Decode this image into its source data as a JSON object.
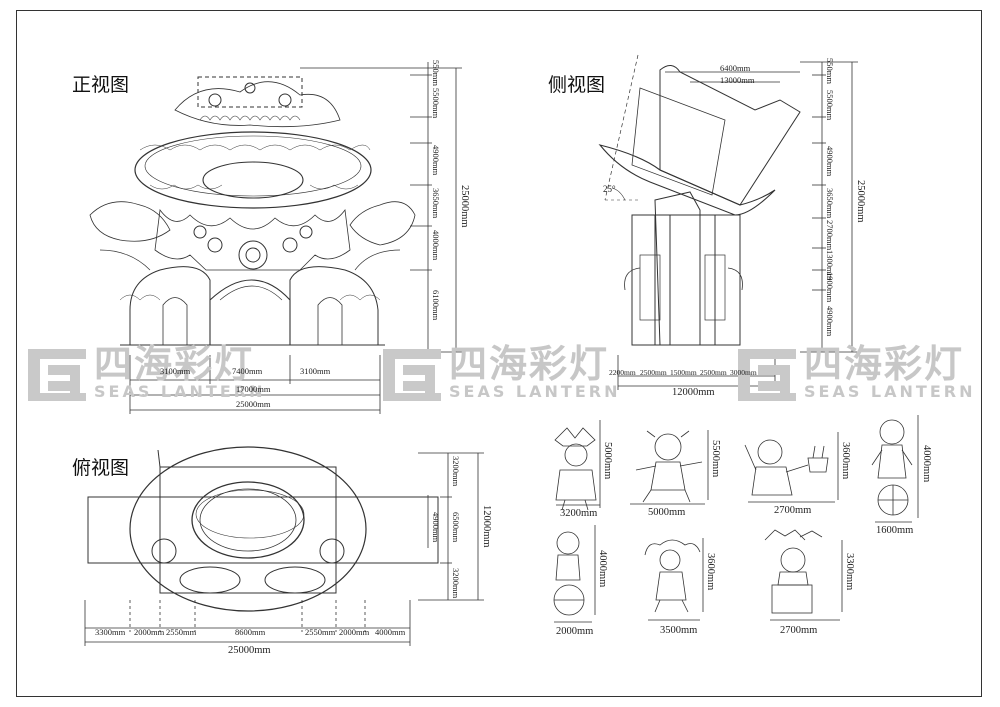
{
  "views": {
    "front": "正视图",
    "side": "侧视图",
    "top": "俯视图"
  },
  "watermark": {
    "cn": "四海彩灯",
    "en": "SEAS LANTERN"
  },
  "front_dims": {
    "v": [
      "550mm",
      "5500mm",
      "4900mm",
      "3650mm",
      "4000mm",
      "6100mm"
    ],
    "total_h": "25000mm",
    "h": [
      "3100mm",
      "7400mm",
      "3100mm"
    ],
    "h_mid": "17000mm",
    "h_total": "25000mm"
  },
  "side_dims": {
    "top1": "6400mm",
    "top2": "13000mm",
    "angle": "25°",
    "v": [
      "550mm",
      "5500mm",
      "4900mm",
      "3650mm",
      "2700mm",
      "1300mm",
      "1900mm",
      "4900mm"
    ],
    "total_h": "25000mm",
    "h": [
      "2200mm",
      "2500mm",
      "1500mm",
      "2500mm",
      "3000mm"
    ],
    "h_total": "12000mm"
  },
  "top_dims": {
    "v": [
      "3200mm",
      "6500mm",
      "3200mm"
    ],
    "inner_v": "4900mm",
    "total_v": "12000mm",
    "h": [
      "3300mm",
      "2000mm",
      "2550mm",
      "8600mm",
      "2550mm",
      "2000mm",
      "4000mm"
    ],
    "h_total": "25000mm"
  },
  "figures": [
    {
      "w": "3200mm",
      "h": "5000mm"
    },
    {
      "w": "5000mm",
      "h": "5500mm"
    },
    {
      "w": "2700mm",
      "h": "3600mm"
    },
    {
      "w": "1600mm",
      "h": "4000mm"
    },
    {
      "w": "2000mm",
      "h": "4000mm"
    },
    {
      "w": "3500mm",
      "h": "3600mm"
    },
    {
      "w": "2700mm",
      "h": "3300mm"
    }
  ]
}
